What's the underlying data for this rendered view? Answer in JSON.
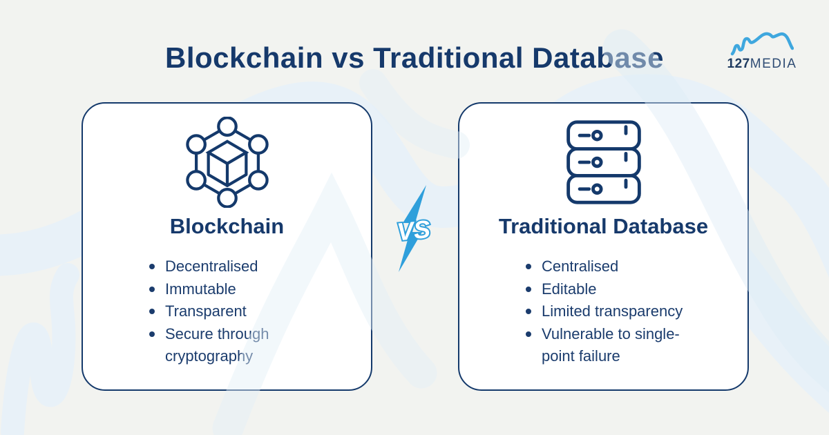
{
  "page": {
    "title": "Blockchain vs Traditional Database"
  },
  "logo": {
    "number": "127",
    "name": "MEDIA",
    "squiggle_icon": "mountain-squiggle-icon",
    "number_color": "#1E3A5F",
    "name_color": "#2F4C74",
    "squiggle_color": "#3FA7DE"
  },
  "vs": {
    "label": "VS",
    "bolt_color": "#2F9FDB",
    "text_fill": "#FFFFFF"
  },
  "cards": {
    "left": {
      "icon": "blockchain-network-icon",
      "title": "Blockchain",
      "bullets": [
        "Decentralised",
        "Immutable",
        "Transparent",
        "Secure through\ncryptography"
      ]
    },
    "right": {
      "icon": "database-server-icon",
      "title": "Traditional Database",
      "bullets": [
        "Centralised",
        "Editable",
        "Limited transparency",
        "Vulnerable to single-\npoint failure"
      ]
    }
  },
  "colors": {
    "navy": "#16396B",
    "card_border": "#14396B",
    "bullet_text": "#1B3C6D",
    "background": "#F2F3F0",
    "wave_light_blue": "#E8F1F8",
    "card_background": "#FFFFFF",
    "bolt_blue": "#2F9FDB"
  }
}
